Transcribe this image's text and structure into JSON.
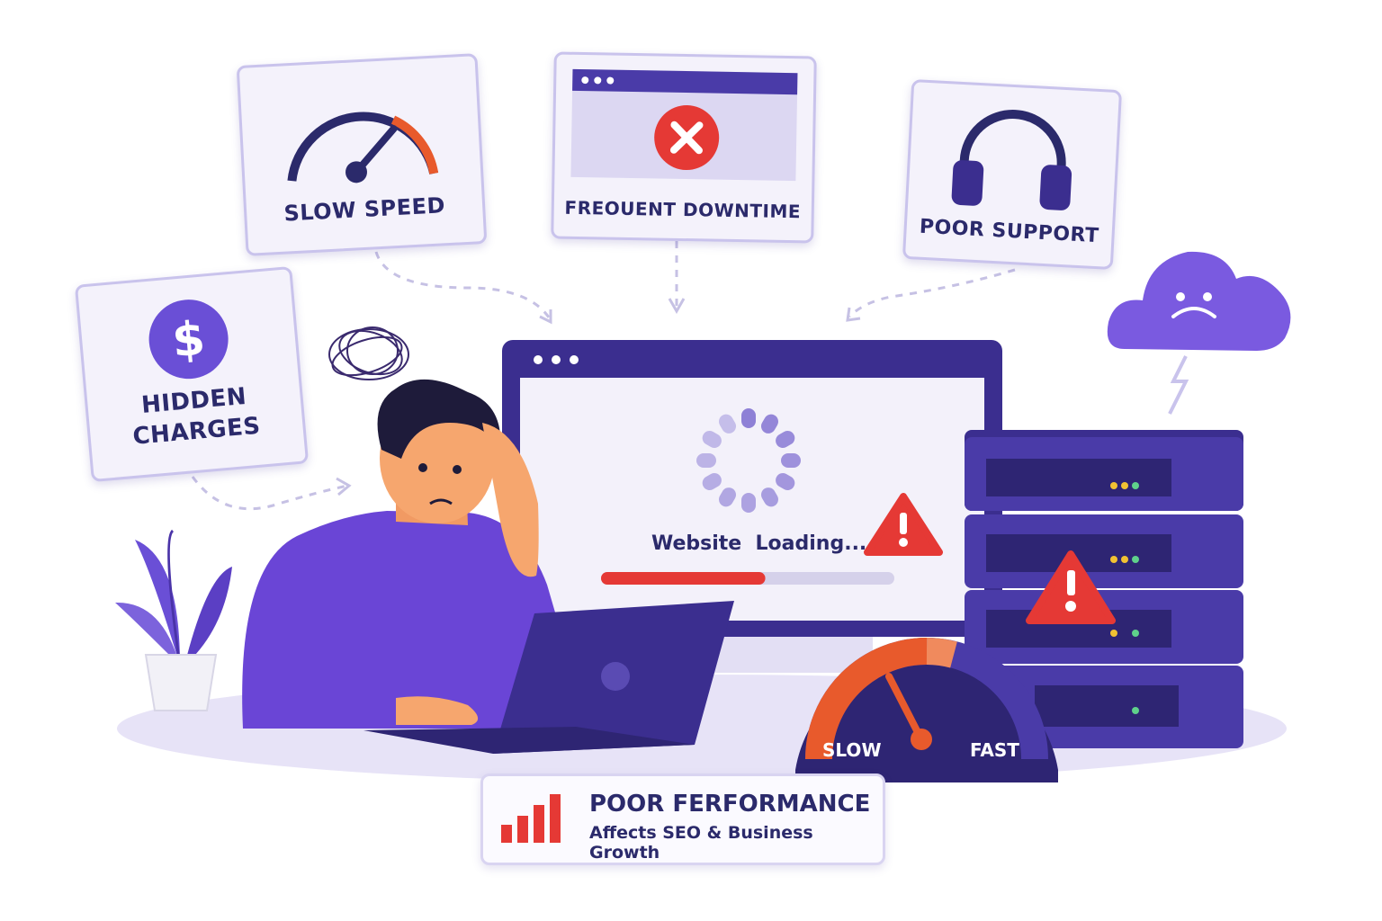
{
  "cards": {
    "slow_speed": "SLOW SPEED",
    "frequent_downtime": "FREOUENT DOWNTIME",
    "poor_support": "POOR SUPPORT",
    "hidden_charges_line1": "HIDDEN",
    "hidden_charges_line2": "CHARGES"
  },
  "monitor": {
    "loading_text": "Website  Loading...",
    "progress": 0.56
  },
  "gauge": {
    "slow_label": "SLOW",
    "fast_label": "FAST"
  },
  "performance": {
    "title": "POOR FERFORMANCE",
    "subtitle": "Affects SEO & Business Growth"
  },
  "colors": {
    "purple": "#5b3fc4",
    "navy": "#2b2a6b",
    "red": "#e53935",
    "lavender": "#c9c3ec"
  },
  "icons": [
    "speedometer-icon",
    "browser-error-icon",
    "headphones-icon",
    "dollar-icon",
    "warning-icon",
    "sad-cloud-icon",
    "bar-chart-icon",
    "server-rack-icon",
    "plant-icon",
    "laptop-icon"
  ]
}
